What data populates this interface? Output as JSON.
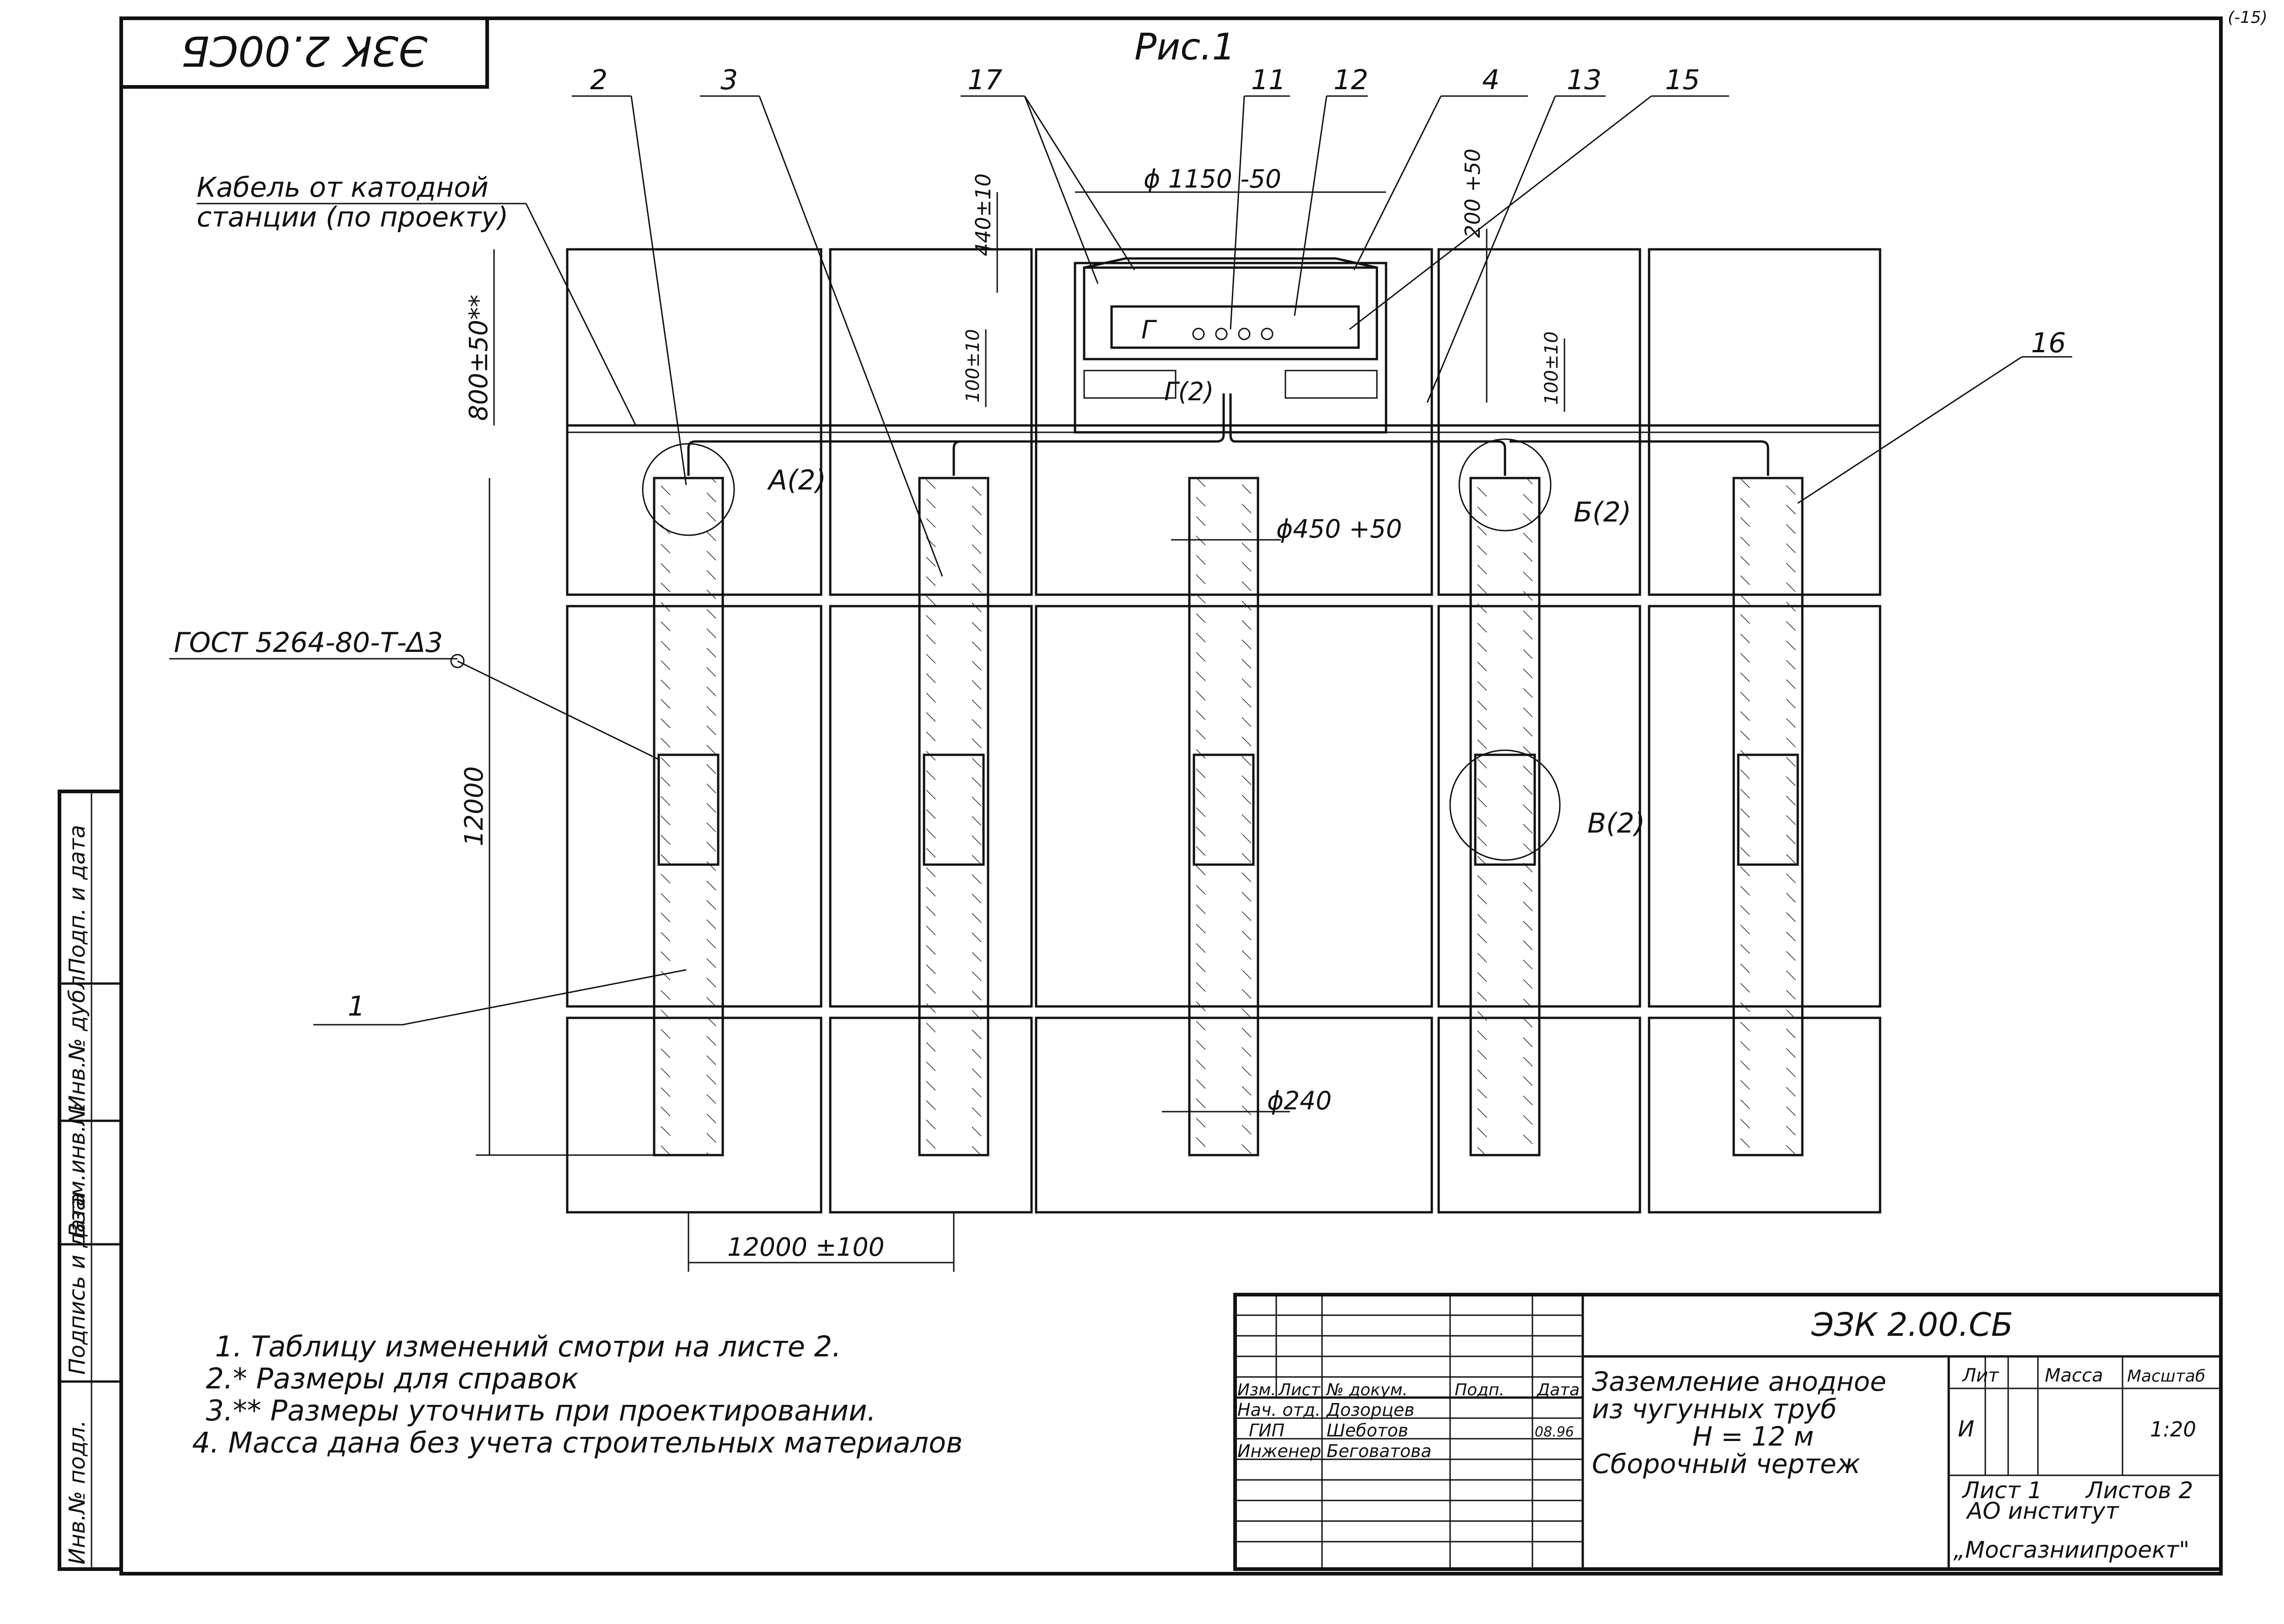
{
  "drawing": {
    "stamp_code": "ЭЗК 2.00СБ",
    "figure_label": "Рис.1",
    "cable_note_line1": "Кабель от катодной",
    "cable_note_line2": "станции (по проекту)",
    "weld_note": "ГОСТ 5264-80-Т-Δ3",
    "callouts": [
      "2",
      "3",
      "17",
      "11",
      "12",
      "4",
      "13",
      "15",
      "16",
      "1"
    ],
    "detail_refs": {
      "a": "А(2)",
      "b": "Б(2)",
      "v": "В(2)",
      "g1": "Г",
      "g2": "Г(2)"
    },
    "dimensions": {
      "d_1150": "ϕ 1150 -50",
      "d_440": "440±10",
      "d_200": "200 +50",
      "d_800": "800±50**",
      "d_100a": "100±10",
      "d_100b": "100±10",
      "d_450": "ϕ450 +50",
      "d_12000v": "12000",
      "d_240": "ϕ240",
      "d_12000h": "12000 ±100"
    },
    "vertical_mark": "(-15)"
  },
  "notes": [
    "1. Таблицу изменений смотри на листе 2.",
    "2.* Размеры для справок",
    "3.** Размеры уточнить при проектировании.",
    "4. Масса дана без учета строительных материалов"
  ],
  "side_strip": [
    "Подп. и дата",
    "Инв.№ дубл.",
    "Взам.инв.№",
    "Подпись и дата",
    "Инв.№ подл."
  ],
  "title_block": {
    "code": "ЭЗК 2.00.СБ",
    "title_line1": "Заземление анодное",
    "title_line2": "из чугунных труб",
    "title_line3": "Н = 12 м",
    "title_line4": "Сборочный чертеж",
    "headers": {
      "izm": "Изм.",
      "list": "Лист",
      "doc": "№ докум.",
      "sign": "Подп.",
      "date": "Дата"
    },
    "roles": [
      "Нач. отд.",
      "ГИП",
      "Инженер"
    ],
    "names": [
      "Дозорцев",
      "Шеботов",
      "Беговатова"
    ],
    "date_val": "08.96",
    "lit_label": "Лит",
    "mass_label": "Масса",
    "scale_label": "Масштаб",
    "lit_val": "И",
    "scale_val": "1:20",
    "sheet_label": "Лист 1",
    "sheets_label": "Листов 2",
    "org_line1": "АО институт",
    "org_line2": "„Мосгазниипроект\""
  }
}
